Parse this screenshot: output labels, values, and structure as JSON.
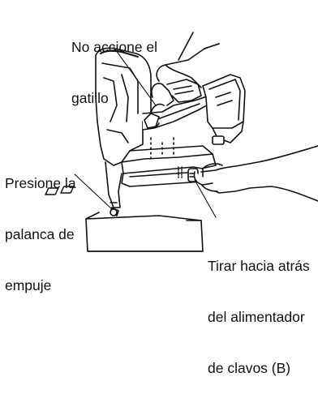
{
  "callouts": {
    "trigger": [
      "No accione el",
      "gatillo"
    ],
    "push_lever": [
      "Presione la",
      "palanca de",
      "empuje"
    ],
    "nail_feeder": [
      "Tirar hacia atrás",
      "del alimentador",
      "de clavos (B)"
    ]
  }
}
